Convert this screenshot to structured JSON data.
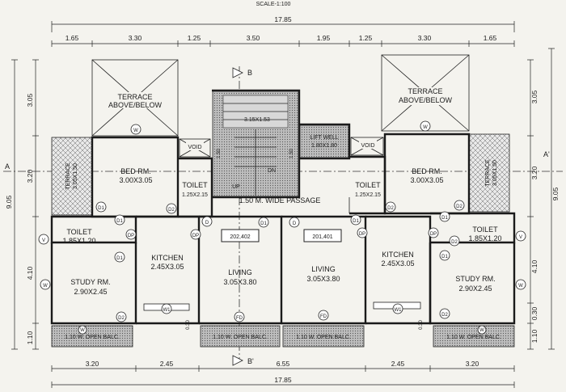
{
  "scale": "SCALE-1:100",
  "dims": {
    "total_top": "17.85",
    "total_bottom": "17.85",
    "top": [
      "1.65",
      "3.30",
      "1.25",
      "3.50",
      "1.95",
      "1.25",
      "3.30",
      "1.65"
    ],
    "bottom": [
      "3.20",
      "2.45",
      "6.55",
      "2.45",
      "3.20"
    ],
    "left": [
      "3.05",
      "3.20",
      "4.10",
      "1.10"
    ],
    "left_total": "9.05",
    "right": [
      "3.05",
      "3.20",
      "4.10",
      "0.30",
      "1.10"
    ],
    "right_total": "9.05",
    "inner_030_left": "0.30",
    "inner_030_right": "0.30",
    "stair_left": "1.50",
    "stair_right": "1.50"
  },
  "section_labels": {
    "a_left": "A",
    "a_right": "A'",
    "b_top": "B",
    "b_bottom": "B'"
  },
  "rooms": {
    "terrace_left": [
      "TERRACE",
      "ABOVE/BELOW"
    ],
    "terrace_right": [
      "TERRACE",
      "ABOVE/BELOW"
    ],
    "terrace_side_left": [
      "TERRACE",
      "3.05X1.50"
    ],
    "terrace_side_right": [
      "TERRACE",
      "3.05X1.50"
    ],
    "bed_left": [
      "BED RM.",
      "3.00X3.05"
    ],
    "bed_right": [
      "BED RM.",
      "3.00X3.05"
    ],
    "toilet_upper_left": [
      "TOILET",
      "1.25X2.15"
    ],
    "toilet_upper_right": [
      "TOILET",
      "1.25X2.15"
    ],
    "toilet_lower_left": [
      "TOILET",
      "1.85X1.20"
    ],
    "toilet_lower_right": [
      "TOILET",
      "1.85X1.20"
    ],
    "kitchen_left": [
      "KITCHEN",
      "2.45X3.05"
    ],
    "kitchen_right": [
      "KITCHEN",
      "2.45X3.05"
    ],
    "living_left": [
      "LIVING",
      "3.05X3.80"
    ],
    "living_right": [
      "LIVING",
      "3.05X3.80"
    ],
    "study_left": [
      "STUDY RM.",
      "2.90X2.45"
    ],
    "study_right": [
      "STUDY RM.",
      "2.90X2.45"
    ],
    "balc_1": "1.10 W. OPEN BALC.",
    "balc_2": "1.10 W. OPEN BALC.",
    "balc_3": "1.10 W. OPEN BALC.",
    "balc_4": "1.10 W. OPEN BALC.",
    "stair": "3.15X1.53",
    "lift": [
      "LIFT WELL",
      "1.80X1.80"
    ],
    "passage": "1.50 M. WIDE PASSAGE",
    "void_left": "VOID",
    "void_right": "VOID",
    "unit_left": "202,402",
    "unit_right": "201,401",
    "up": "UP",
    "dn": "DN"
  },
  "door_tags": {
    "d1": "D1",
    "d2": "D2",
    "d": "D",
    "dp": "DP",
    "fd": "FD",
    "w": "W",
    "v": "V",
    "w1": "W1"
  }
}
